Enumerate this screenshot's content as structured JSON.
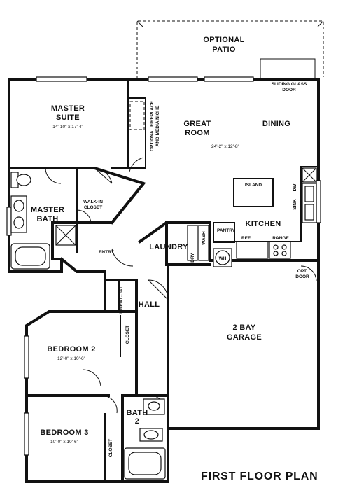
{
  "title": "FIRST FLOOR PLAN",
  "rooms": {
    "optional_patio": [
      "OPTIONAL",
      "PATIO"
    ],
    "sliding_glass_door": [
      "SLIDING GLASS",
      "DOOR"
    ],
    "master_suite": {
      "name": [
        "MASTER",
        "SUITE"
      ],
      "dims": "14'-10\" x 17'-4\""
    },
    "optional_fireplace": [
      "OPTIONAL FIREPLACE",
      "AND MEDIA NICHE"
    ],
    "great_room": {
      "name": [
        "GREAT",
        "ROOM"
      ],
      "dims": "24'-2\" x 12'-8\""
    },
    "dining": "DINING",
    "island": "ISLAND",
    "dw": "DW",
    "sink": "SINK",
    "kitchen": "KITCHEN",
    "pantry": "PANTRY",
    "ref": "REF.",
    "range": "RANGE",
    "master_bath": [
      "MASTER",
      "BATH"
    ],
    "walk_in_closet": [
      "WALK-IN",
      "CLOSET"
    ],
    "entry": "ENTRY",
    "laundry": "LAUNDRY",
    "dry": "DRY",
    "wash": "WASH",
    "wh": "WH",
    "coat": "COAT",
    "linen": "LINEN",
    "hall": "HALL",
    "opt_door": [
      "OPT.",
      "DOOR"
    ],
    "garage": [
      "2 BAY",
      "GARAGE"
    ],
    "bedroom2": {
      "name": "BEDROOM 2",
      "dims": "12'-0\" x 10'-6\""
    },
    "closet_bed2": "CLOSET",
    "bath2": [
      "BATH",
      "2"
    ],
    "bedroom3": {
      "name": "BEDROOM 3",
      "dims": "10'-0\" x 10'-6\""
    },
    "closet_bed3": "CLOSET"
  }
}
